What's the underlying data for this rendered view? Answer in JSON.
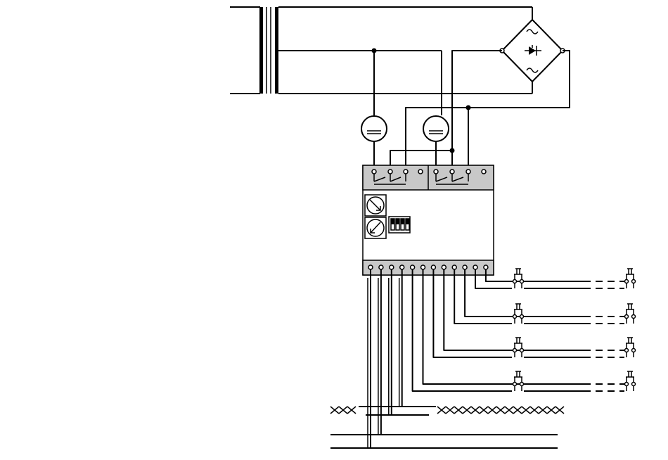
{
  "diagram": {
    "background": "#ffffff",
    "stroke": "#000000",
    "terminal_band": "#c8c8c8",
    "components": [
      "transformer",
      "bridge-rectifier",
      "lamp-1",
      "lamp-2",
      "relay-contacts-1",
      "relay-contacts-2",
      "controller-module",
      "timer-knob-1",
      "timer-knob-2",
      "dip-switch",
      "push-buttons",
      "cables"
    ],
    "push_button_rows": 4,
    "push_buttons_per_row": 2,
    "dip_switch_positions": 4,
    "bottom_terminals": 12
  }
}
